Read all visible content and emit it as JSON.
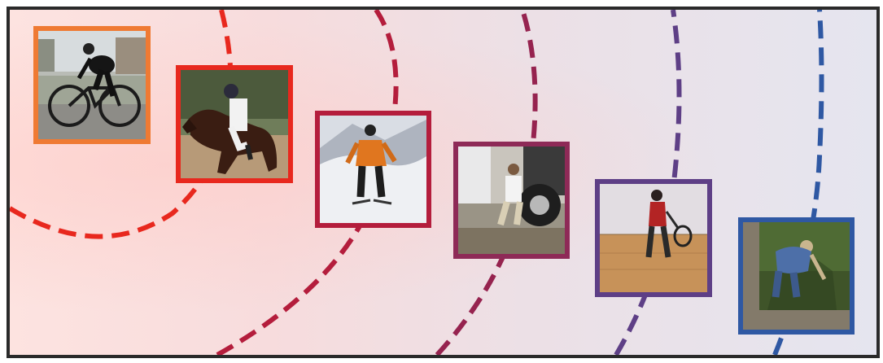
{
  "colors": {
    "frame_border": "#2a2a2a",
    "arc_1": "#e8281e",
    "arc_2": "#b41d3c",
    "arc_3": "#96234f",
    "arc_4": "#5e3f86",
    "arc_5": "#2f58a3"
  },
  "thumbnails": [
    {
      "activity": "cycling",
      "border_color": "#ef7a33"
    },
    {
      "activity": "horse-riding",
      "border_color": "#e8281e"
    },
    {
      "activity": "skiing",
      "border_color": "#b41d3c"
    },
    {
      "activity": "changing-truck-tire",
      "border_color": "#8e2a57"
    },
    {
      "activity": "racquetball",
      "border_color": "#5e3f86"
    },
    {
      "activity": "gardening",
      "border_color": "#2f58a3"
    }
  ]
}
